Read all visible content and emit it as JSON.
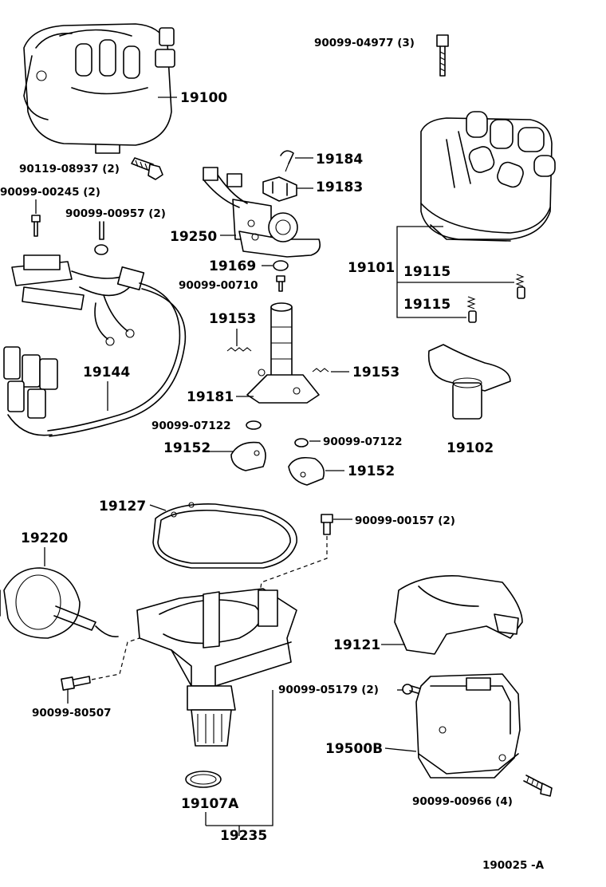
{
  "labels": {
    "p19100": "19100",
    "p90099_04977": "90099-04977 (3)",
    "p19184": "19184",
    "p19183": "19183",
    "p90119_08937": "90119-08937 (2)",
    "p90099_00245": "90099-00245 (2)",
    "p90099_00957": "90099-00957 (2)",
    "p19250": "19250",
    "p19169": "19169",
    "p90099_00710": "90099-00710",
    "p19101": "19101",
    "p19115_a": "19115",
    "p19115_b": "19115",
    "p19153_a": "19153",
    "p19153_b": "19153",
    "p19144": "19144",
    "p19181": "19181",
    "p90099_07122_a": "90099-07122",
    "p90099_07122_b": "90099-07122",
    "p19152_a": "19152",
    "p19152_b": "19152",
    "p19102": "19102",
    "p19127": "19127",
    "p90099_00157": "90099-00157 (2)",
    "p19220": "19220",
    "p19121": "19121",
    "p90099_05179": "90099-05179 (2)",
    "p90099_80507": "90099-80507",
    "p19500B": "19500B",
    "p90099_00966": "90099-00966 (4)",
    "p19107A": "19107A",
    "p19235": "19235",
    "figure_code": "190025 -A"
  }
}
